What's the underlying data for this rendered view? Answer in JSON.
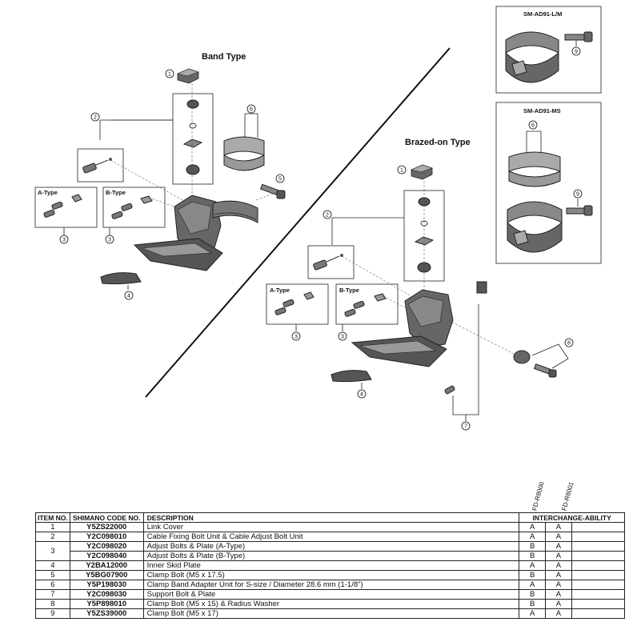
{
  "diagram": {
    "band_type_title": "Band Type",
    "brazed_type_title": "Brazed-on Type",
    "band_a_type": "A-Type",
    "band_b_type": "B-Type",
    "brazed_a_type": "A-Type",
    "brazed_b_type": "B-Type",
    "inset_lm_title": "SM-AD91-L/M",
    "inset_ms_title": "SM-AD91-MS",
    "callouts": [
      "1",
      "2",
      "3",
      "4",
      "5",
      "6",
      "7",
      "8",
      "9"
    ]
  },
  "table": {
    "models": [
      "FD-R8000",
      "FD-R8001"
    ],
    "headers": {
      "item_no": "ITEM NO.",
      "code_no": "SHIMANO CODE NO.",
      "description": "DESCRIPTION",
      "interchangeability": "INTERCHANGE-ABILITY"
    },
    "rows": [
      {
        "item": "1",
        "code": "Y5ZS22000",
        "desc": "Link Cover",
        "a": "A",
        "b": "A"
      },
      {
        "item": "2",
        "code": "Y2C098010",
        "desc": "Cable Fixing Bolt Unit & Cable Adjust Bolt Unit",
        "a": "A",
        "b": "A"
      },
      {
        "item": "3",
        "code": "Y2C098020",
        "desc": "Adjust Bolts & Plate (A-Type)",
        "a": "B",
        "b": "A"
      },
      {
        "item": "",
        "code": "Y2C098040",
        "desc": "Adjust Bolts & Plate (B-Type)",
        "a": "B",
        "b": "A"
      },
      {
        "item": "4",
        "code": "Y2BA12000",
        "desc": "Inner Skid Plate",
        "a": "A",
        "b": "A"
      },
      {
        "item": "5",
        "code": "Y5BG07900",
        "desc": "Clamp Bolt (M5 x 17.5)",
        "a": "B",
        "b": "A"
      },
      {
        "item": "6",
        "code": "Y5P198030",
        "desc": "Clamp Band Adapter Unit for S-size / Diameter 28.6 mm (1-1/8\")",
        "a": "A",
        "b": "A"
      },
      {
        "item": "7",
        "code": "Y2C098030",
        "desc": "Support Bolt & Plate",
        "a": "B",
        "b": "A"
      },
      {
        "item": "8",
        "code": "Y5P898010",
        "desc": "Clamp Bolt (M5 x 15) & Radius Washer",
        "a": "B",
        "b": "A"
      },
      {
        "item": "9",
        "code": "Y5ZS39000",
        "desc": "Clamp Bolt (M5 x 17)",
        "a": "A",
        "b": "A"
      }
    ]
  }
}
